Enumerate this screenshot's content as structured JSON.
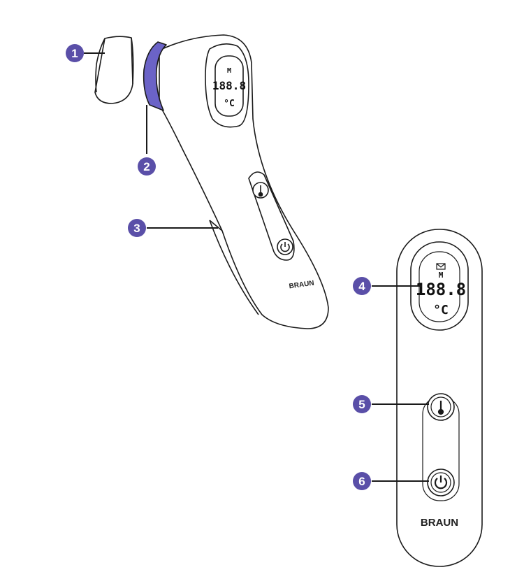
{
  "colors": {
    "callout": "#5a4fa8",
    "probe_ring": "#6b63c7",
    "outline": "#1a1a1a"
  },
  "callouts": [
    "1",
    "2",
    "3",
    "4",
    "5",
    "6"
  ],
  "display": {
    "icon": "envelope-icon",
    "memory_label": "M",
    "reading": "188.8",
    "unit": "°C",
    "small_digit": "8"
  },
  "buttons": {
    "measure": "thermometer-icon",
    "power": "power-icon"
  },
  "brand": "BRAUN"
}
